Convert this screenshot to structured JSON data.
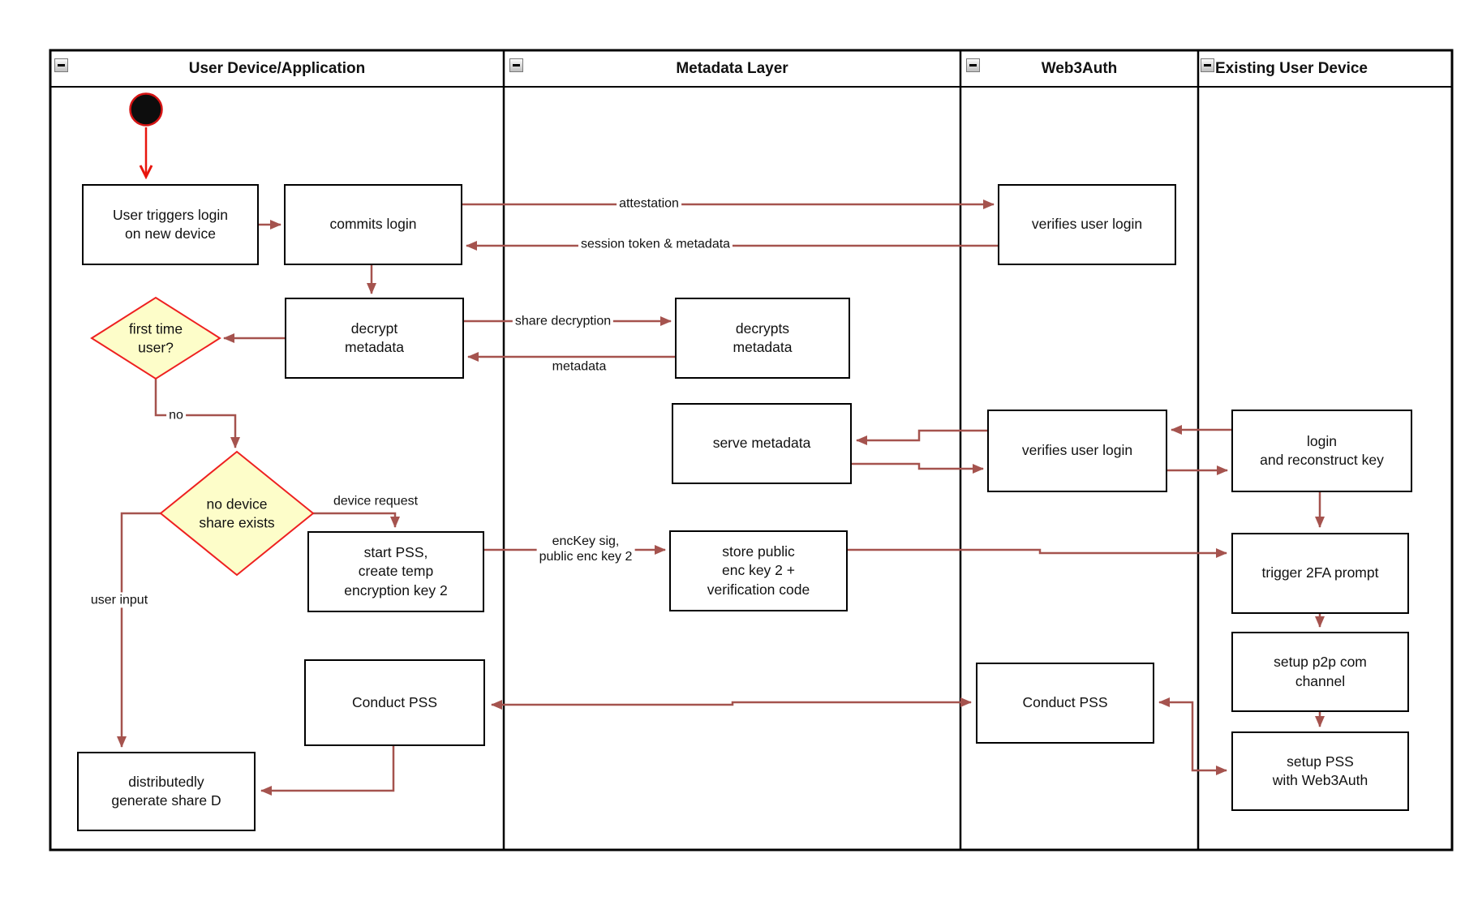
{
  "diagram": {
    "lanes": [
      {
        "title": "User Device/Application"
      },
      {
        "title": "Metadata Layer"
      },
      {
        "title": "Web3Auth"
      },
      {
        "title": "Existing User Device"
      }
    ],
    "nodes": {
      "start": {
        "name": "initial-state"
      },
      "user_triggers": {
        "label": "User triggers login\non new device"
      },
      "commits_login": {
        "label": "commits login"
      },
      "verifies_user_login_1": {
        "label": "verifies user login"
      },
      "decrypt_metadata": {
        "label": "decrypt\nmetadata"
      },
      "decrypts_metadata": {
        "label": "decrypts\nmetadata"
      },
      "first_time_user": {
        "label": "first time\nuser?"
      },
      "no_device_share": {
        "label": "no device\nshare exists"
      },
      "start_pss": {
        "label": "start PSS,\ncreate temp\nencryption key 2"
      },
      "store_public": {
        "label": "store public\nenc key 2 +\nverification code"
      },
      "serve_metadata": {
        "label": "serve metadata"
      },
      "verifies_user_login_2": {
        "label": "verifies user login"
      },
      "login_reconstruct": {
        "label": "login\nand reconstruct key"
      },
      "trigger_2fa": {
        "label": "trigger 2FA prompt"
      },
      "setup_p2p": {
        "label": "setup p2p com\nchannel"
      },
      "setup_pss": {
        "label": "setup PSS\nwith Web3Auth"
      },
      "conduct_pss_web3auth": {
        "label": "Conduct PSS"
      },
      "conduct_pss_user": {
        "label": "Conduct PSS"
      },
      "generate_share_d": {
        "label": "distributedly\ngenerate share D"
      }
    },
    "edge_labels": {
      "attestation": "attestation",
      "session_token": "session token & metadata",
      "share_decryption": "share decryption",
      "metadata": "metadata",
      "no": "no",
      "device_request": "device request",
      "user_input": "user input",
      "enckey": "encKey sig,\npublic enc key 2"
    },
    "colors": {
      "arrow": "#a5534e",
      "start_arrow": "#e8150d",
      "start_node_fill": "#0d0d0d",
      "start_node_ring": "#d51414",
      "decision_fill": "#fdfdc9",
      "decision_border": "#ee2020",
      "node_border": "#000000",
      "lane_border": "#000000",
      "background": "#ffffff"
    }
  }
}
